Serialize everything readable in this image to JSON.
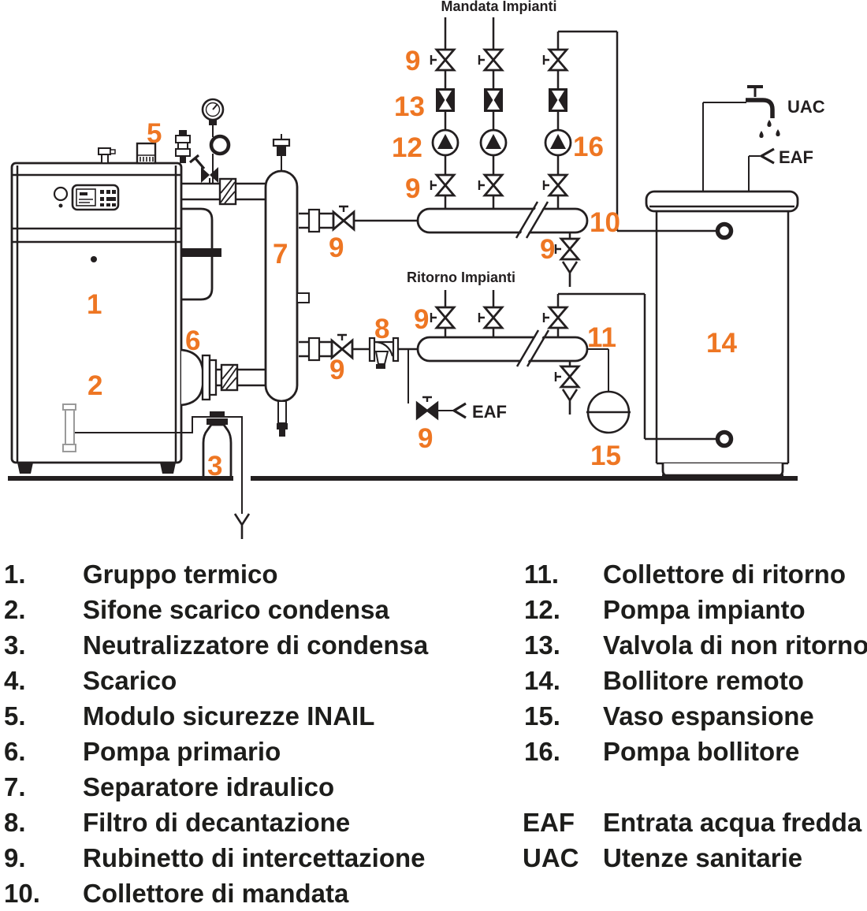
{
  "diagram": {
    "flow_title": "Mandata Impianti",
    "return_title": "Ritorno Impianti",
    "uac_label": "UAC",
    "eaf_label": "EAF",
    "labels": {
      "n1": "1",
      "n2": "2",
      "n3": "3",
      "n5": "5",
      "n6": "6",
      "n7": "7",
      "n8": "8",
      "n9": "9",
      "n10": "10",
      "n11": "11",
      "n12": "12",
      "n13": "13",
      "n14": "14",
      "n15": "15",
      "n16": "16"
    },
    "colors": {
      "accent": "#EE7623",
      "line": "#231F20"
    }
  },
  "legend": {
    "left": [
      {
        "num": "1.",
        "text": "Gruppo termico"
      },
      {
        "num": "2.",
        "text": "Sifone scarico condensa"
      },
      {
        "num": "3.",
        "text": "Neutralizzatore di condensa"
      },
      {
        "num": "4.",
        "text": "Scarico"
      },
      {
        "num": "5.",
        "text": "Modulo sicurezze INAIL"
      },
      {
        "num": "6.",
        "text": "Pompa primario"
      },
      {
        "num": "7.",
        "text": "Separatore idraulico"
      },
      {
        "num": "8.",
        "text": "Filtro di decantazione"
      },
      {
        "num": "9.",
        "text": "Rubinetto di intercettazione"
      },
      {
        "num": "10.",
        "text": "Collettore di mandata"
      }
    ],
    "right": [
      {
        "num": "11.",
        "text": "Collettore di ritorno"
      },
      {
        "num": "12.",
        "text": "Pompa impianto"
      },
      {
        "num": "13.",
        "text": "Valvola di non ritorno"
      },
      {
        "num": "14.",
        "text": "Bollitore remoto"
      },
      {
        "num": "15.",
        "text": "Vaso espansione"
      },
      {
        "num": "16.",
        "text": "Pompa bollitore"
      }
    ],
    "abbrev": [
      {
        "num": "EAF",
        "text": "Entrata acqua fredda"
      },
      {
        "num": "UAC",
        "text": "Utenze sanitarie"
      }
    ]
  }
}
